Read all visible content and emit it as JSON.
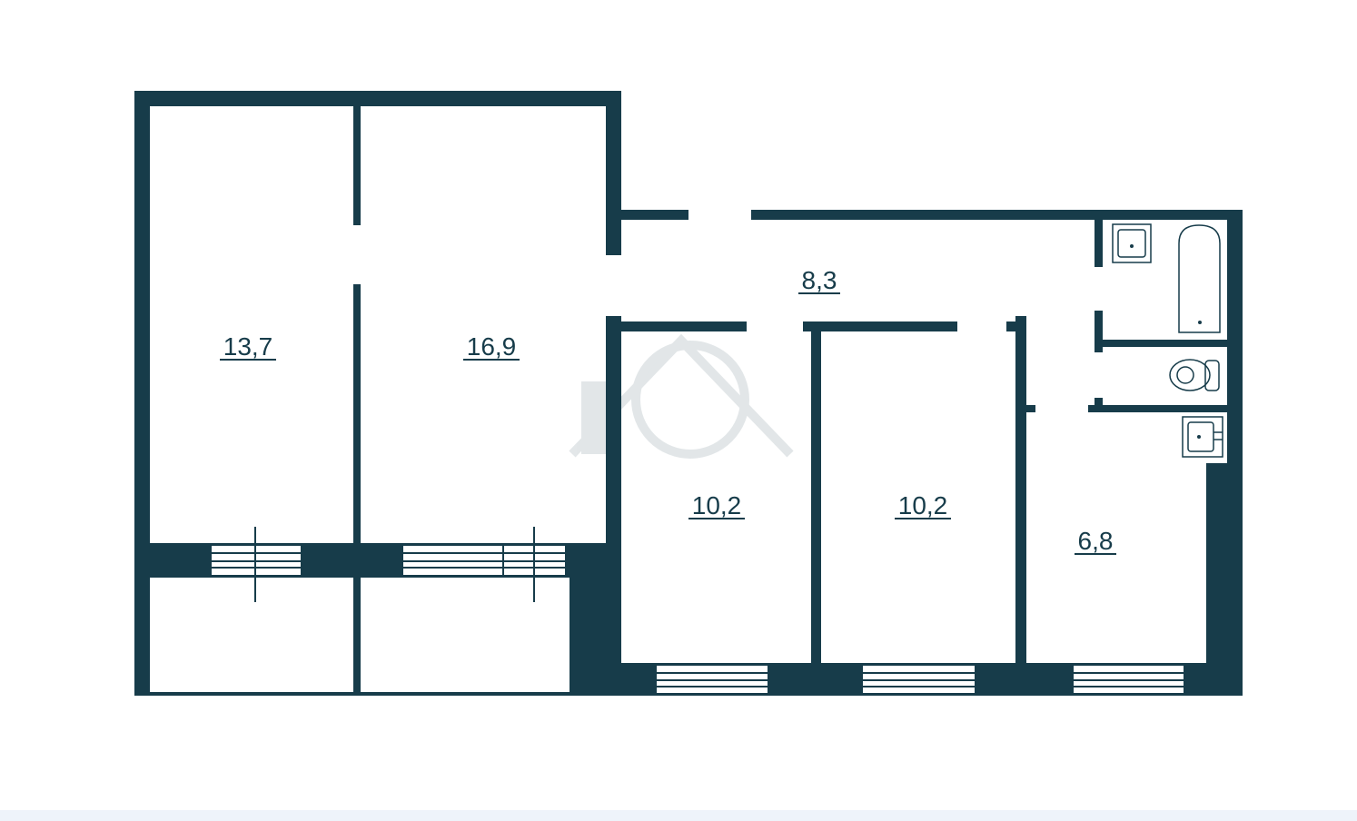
{
  "floor_plan": {
    "rooms": [
      {
        "id": "room-1",
        "area": "13,7"
      },
      {
        "id": "room-2",
        "area": "16,9"
      },
      {
        "id": "hall",
        "area": "8,3"
      },
      {
        "id": "room-3",
        "area": "10,2"
      },
      {
        "id": "room-4",
        "area": "10,2"
      },
      {
        "id": "kitchen",
        "area": "6,8"
      }
    ],
    "fixtures": [
      "sink-icon",
      "bathtub-icon",
      "toilet-icon",
      "kitchen-sink-icon"
    ],
    "colors": {
      "wall": "#173c4a",
      "background": "#ffffff"
    }
  }
}
